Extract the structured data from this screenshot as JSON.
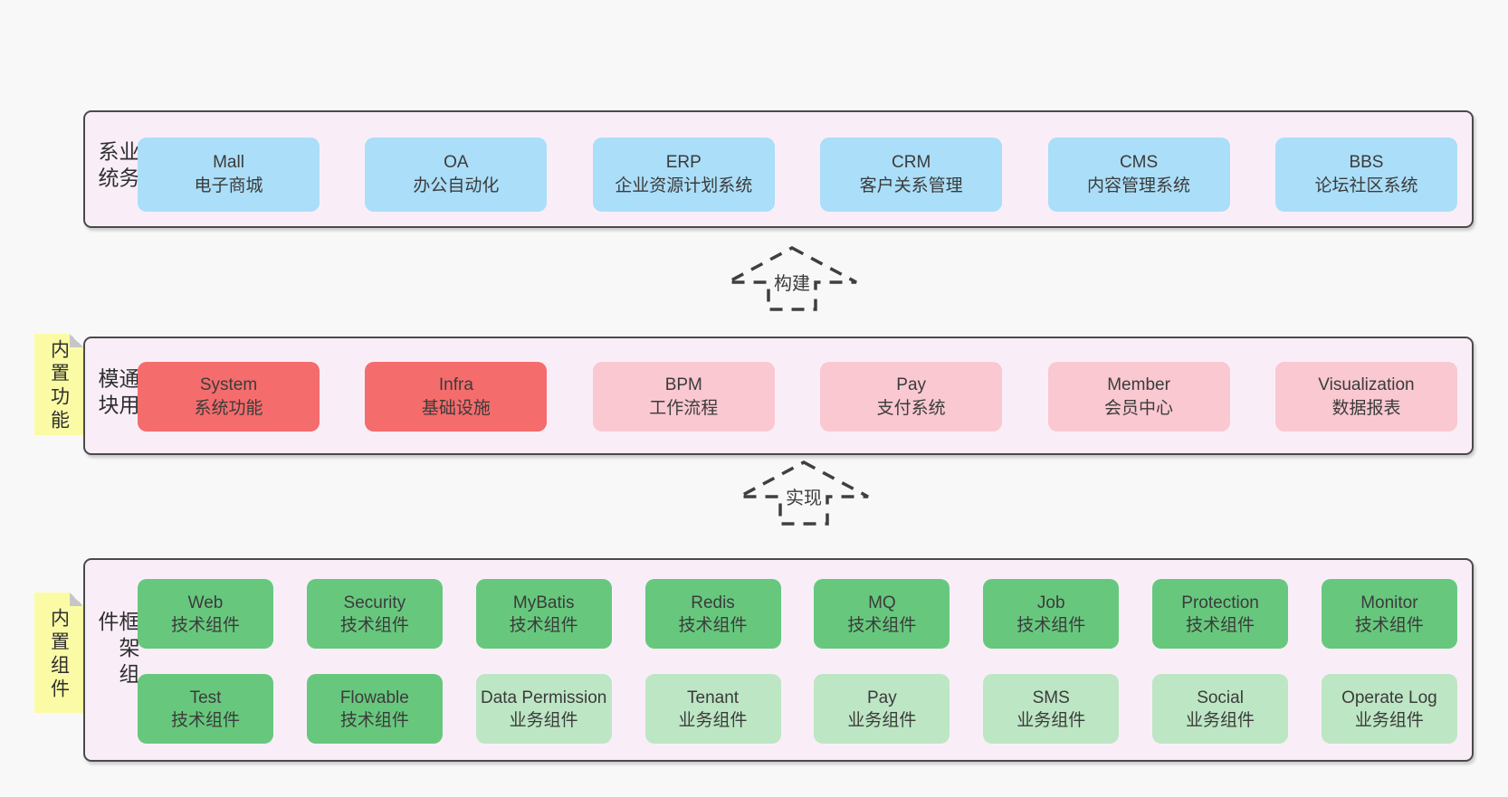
{
  "diagram": {
    "layers": [
      {
        "label": "业务系统",
        "boxes": [
          {
            "en": "Mall",
            "zh": "电子商城",
            "variant": "blue"
          },
          {
            "en": "OA",
            "zh": "办公自动化",
            "variant": "blue"
          },
          {
            "en": "ERP",
            "zh": "企业资源计划系统",
            "variant": "blue"
          },
          {
            "en": "CRM",
            "zh": "客户关系管理",
            "variant": "blue"
          },
          {
            "en": "CMS",
            "zh": "内容管理系统",
            "variant": "blue"
          },
          {
            "en": "BBS",
            "zh": "论坛社区系统",
            "variant": "blue"
          }
        ]
      },
      {
        "label": "通用模块",
        "note": "内置功能",
        "boxes": [
          {
            "en": "System",
            "zh": "系统功能",
            "variant": "red"
          },
          {
            "en": "Infra",
            "zh": "基础设施",
            "variant": "red"
          },
          {
            "en": "BPM",
            "zh": "工作流程",
            "variant": "pink"
          },
          {
            "en": "Pay",
            "zh": "支付系统",
            "variant": "pink"
          },
          {
            "en": "Member",
            "zh": "会员中心",
            "variant": "pink"
          },
          {
            "en": "Visualization",
            "zh": "数据报表",
            "variant": "pink"
          }
        ]
      },
      {
        "label": "框架组件",
        "note": "内置组件",
        "rows": [
          [
            {
              "en": "Web",
              "zh": "技术组件",
              "variant": "green"
            },
            {
              "en": "Security",
              "zh": "技术组件",
              "variant": "green"
            },
            {
              "en": "MyBatis",
              "zh": "技术组件",
              "variant": "green"
            },
            {
              "en": "Redis",
              "zh": "技术组件",
              "variant": "green"
            },
            {
              "en": "MQ",
              "zh": "技术组件",
              "variant": "green"
            },
            {
              "en": "Job",
              "zh": "技术组件",
              "variant": "green"
            },
            {
              "en": "Protection",
              "zh": "技术组件",
              "variant": "green"
            },
            {
              "en": "Monitor",
              "zh": "技术组件",
              "variant": "green"
            }
          ],
          [
            {
              "en": "Test",
              "zh": "技术组件",
              "variant": "green"
            },
            {
              "en": "Flowable",
              "zh": "技术组件",
              "variant": "green"
            },
            {
              "en": "Data Permission",
              "zh": "业务组件",
              "variant": "lightgreen"
            },
            {
              "en": "Tenant",
              "zh": "业务组件",
              "variant": "lightgreen"
            },
            {
              "en": "Pay",
              "zh": "业务组件",
              "variant": "lightgreen"
            },
            {
              "en": "SMS",
              "zh": "业务组件",
              "variant": "lightgreen"
            },
            {
              "en": "Social",
              "zh": "业务组件",
              "variant": "lightgreen"
            },
            {
              "en": "Operate Log",
              "zh": "业务组件",
              "variant": "lightgreen"
            }
          ]
        ]
      }
    ],
    "arrows": [
      {
        "label": "构建"
      },
      {
        "label": "实现"
      }
    ]
  },
  "colors": {
    "page-bg": "#f8f8f8",
    "layer-bg": "#f9eef8",
    "border": "#4a4a4a",
    "blue": "#abdef8",
    "red": "#f56c6c",
    "pink": "#fac8d1",
    "green": "#67c87d",
    "lightgreen": "#bde6c4",
    "note": "#fbfba6"
  }
}
